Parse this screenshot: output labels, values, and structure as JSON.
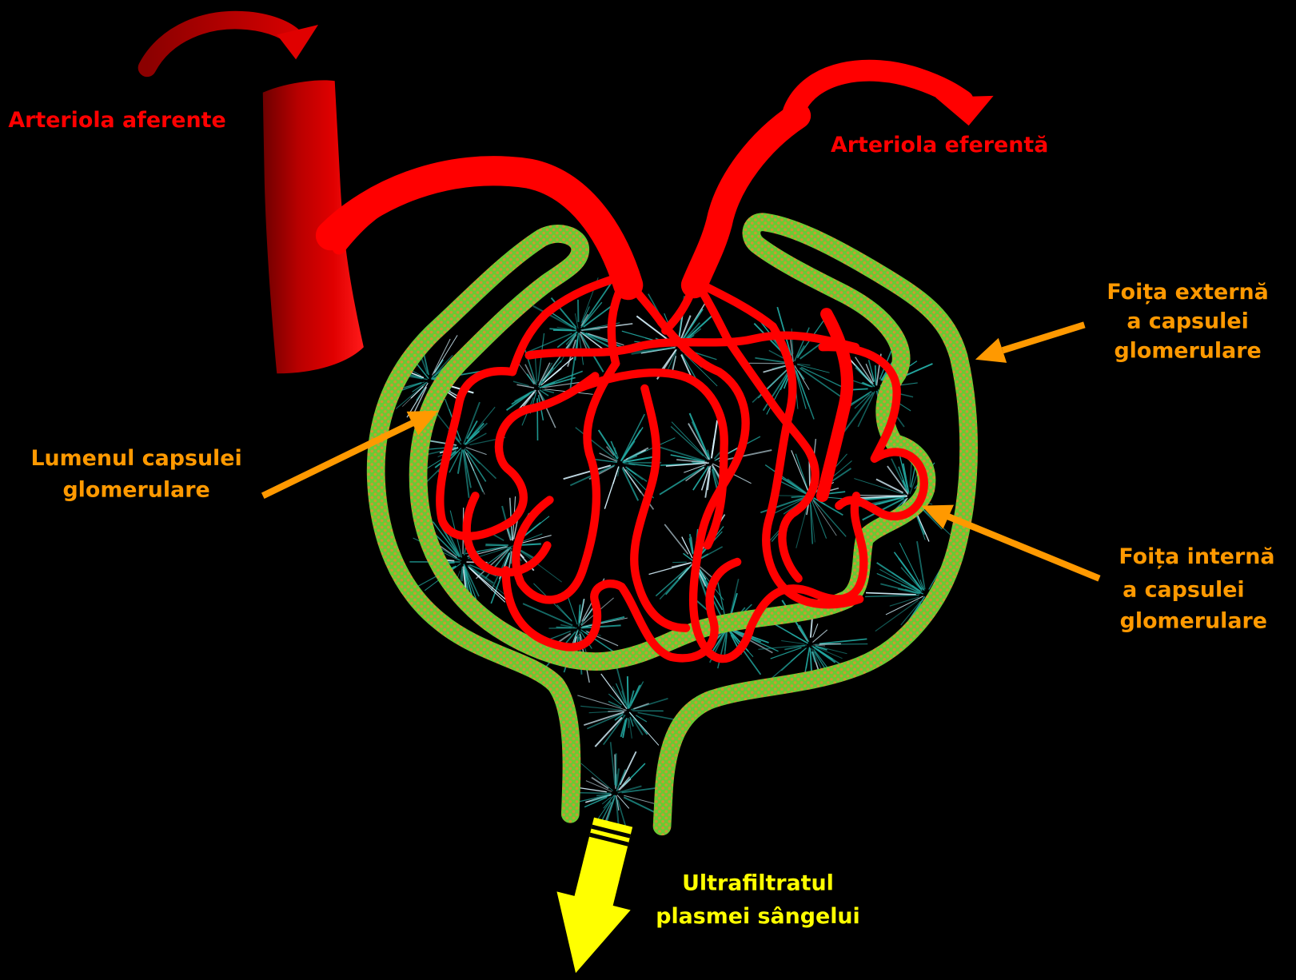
{
  "labels": {
    "afferent_arteriole": "Arteriola aferente",
    "efferent_arteriole": "Arteriola eferentă",
    "outer_layer": [
      "Foița externă",
      "a capsulei",
      "glomerulare"
    ],
    "capsule_lumen": [
      "Lumenul capsulei",
      "glomerulare"
    ],
    "inner_layer": [
      "Foița internă",
      "a capsulei",
      "glomerulare"
    ],
    "ultrafiltrate": [
      "Ultrafiltratul",
      "plasmei sângelui"
    ]
  },
  "colors": {
    "background": "#000000",
    "arteriole_red": "#ff0000",
    "label_orange": "#ff9900",
    "filtrate_yellow": "#ffff00",
    "capsule_green": "#66cc33",
    "capsule_dots": "#cc9933",
    "lumen_sparkle_teal": "#22a7a0",
    "lumen_sparkle_light": "#d8f4ff"
  }
}
